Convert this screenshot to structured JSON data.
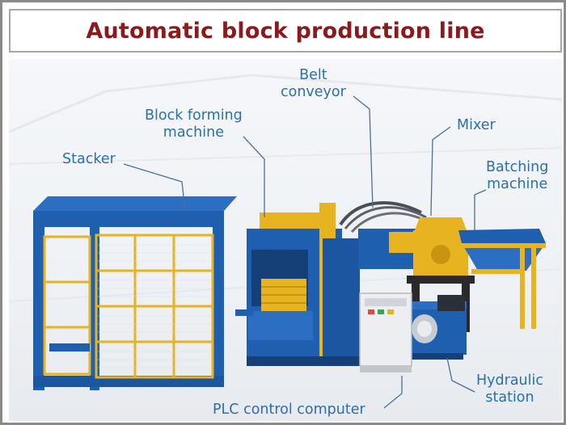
{
  "title": "Automatic block production line",
  "labels": {
    "stacker": "Stacker",
    "block_forming_1": "Block forming",
    "block_forming_2": "machine",
    "belt_1": "Belt",
    "belt_2": "conveyor",
    "mixer": "Mixer",
    "batching_1": "Batching",
    "batching_2": "machine",
    "hydraulic_1": "Hydraulic",
    "hydraulic_2": "station",
    "plc": "PLC control computer"
  },
  "colors": {
    "title": "#8b1a1f",
    "label": "#2a6fb1",
    "machine_blue": "#1f5fb0",
    "frame_yellow": "#e7b320"
  }
}
